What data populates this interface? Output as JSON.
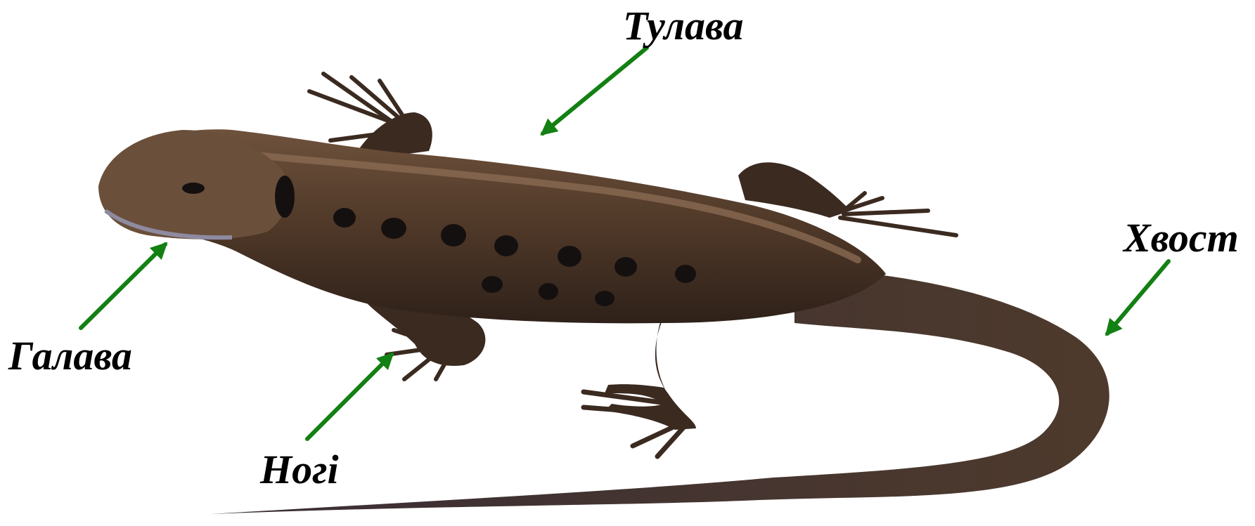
{
  "labels": {
    "body": "Тулава",
    "head": "Галава",
    "legs": "Ногі",
    "tail": "Хвост"
  },
  "colors": {
    "background": "#ffffff",
    "arrow": "#138013",
    "label_text": "#000000",
    "lizard_body": "#5a4130",
    "lizard_dark": "#2b1e17",
    "lizard_light": "#8a6a52",
    "tail_tip": "#2a2638",
    "spots": "#151010"
  }
}
